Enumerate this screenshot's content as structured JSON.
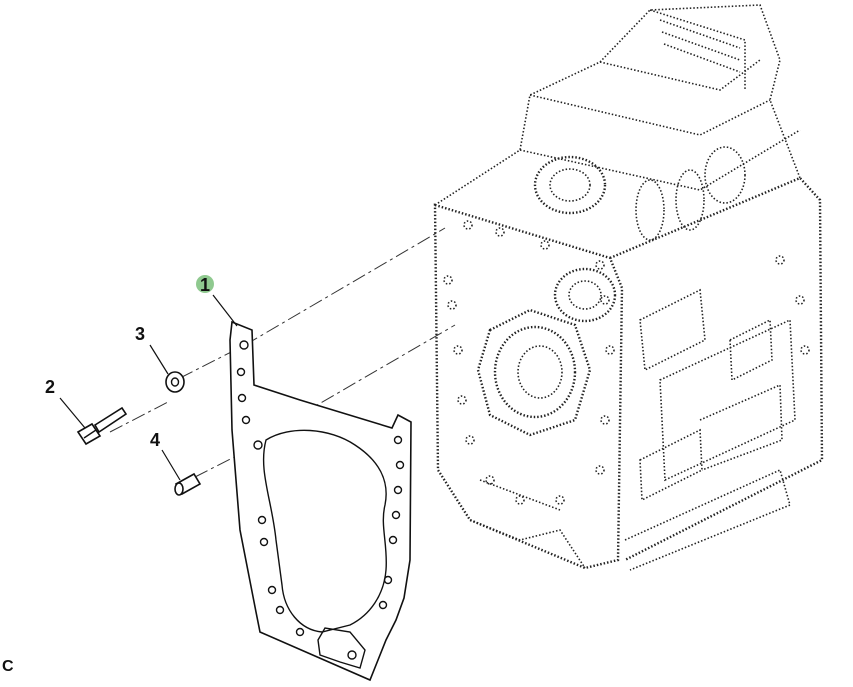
{
  "callouts": {
    "gasket": "1",
    "bolt": "2",
    "washer": "3",
    "dowel_pin": "4"
  },
  "corner_label": "C",
  "highlight_color": "#8fc98f"
}
